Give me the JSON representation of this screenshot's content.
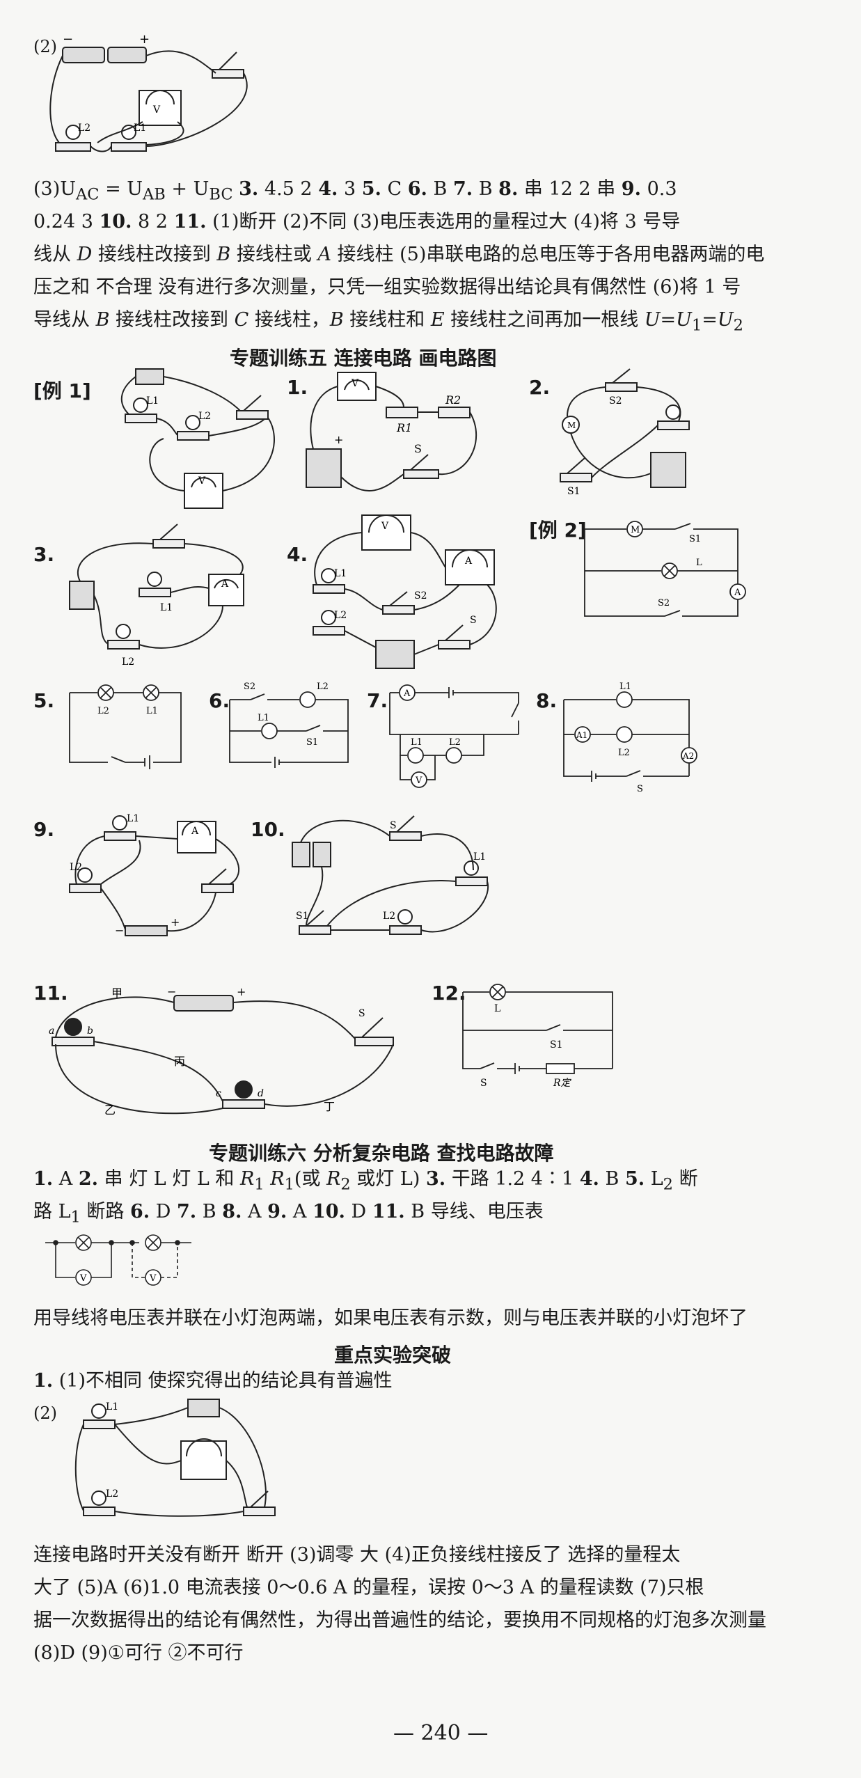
{
  "lines": {
    "p2": "(2)",
    "l1": "(3)U<sub>AC</sub> = U<sub>AB</sub> + U<sub>BC</sub>   <b>3.</b> 4.5   2   <b>4.</b> 3   <b>5.</b> C   <b>6.</b> B   <b>7.</b> B   <b>8.</b> 串   12   2   串   <b>9.</b> 0.3",
    "l2": "0.24   3   <b>10.</b> 8   2   <b>11.</b> (1)断开   (2)不同   (3)电压表选用的量程过大   (4)将 3 号导",
    "l3": "线从 <i>D</i> 接线柱改接到 <i>B</i> 接线柱或 <i>A</i> 接线柱   (5)串联电路的总电压等于各用电器两端的电",
    "l4": "压之和   不合理   没有进行多次测量，只凭一组实验数据得出结论具有偶然性   (6)将 1 号",
    "l5": "导线从 <i>B</i> 接线柱改接到 <i>C</i> 接线柱，<i>B</i> 接线柱和 <i>E</i> 接线柱之间再加一根线   <i>U</i>=<i>U</i><sub>1</sub>=<i>U</i><sub>2</sub>"
  },
  "section5_title": "专题训练五   连接电路   画电路图",
  "labels": {
    "ex1": "[例 1]",
    "n1": "1.",
    "n2": "2.",
    "n3": "3.",
    "n4": "4.",
    "ex2": "[例 2]",
    "n5": "5.",
    "n6": "6.",
    "n7": "7.",
    "n8": "8.",
    "n9": "9.",
    "n10": "10.",
    "n11": "11.",
    "n12": "12."
  },
  "section6_title": "专题训练六   分析复杂电路   查找电路故障",
  "s6": {
    "l1": "<b>1.</b> A   <b>2.</b> 串   灯 L   灯 L 和 <i>R</i><sub>1</sub>   <i>R</i><sub>1</sub>(或 <i>R</i><sub>2</sub> 或灯 L)   <b>3.</b> 干路   1.2   4∶1   <b>4.</b> B   <b>5.</b> L<sub>2</sub> 断",
    "l2": "路   L<sub>1</sub> 断路   <b>6.</b> D   <b>7.</b> B   <b>8.</b> A   <b>9.</b> A   <b>10.</b> D   <b>11.</b> B   导线、电压表",
    "l3": "用导线将电压表并联在小灯泡两端，如果电压表有示数，则与电压表并联的小灯泡坏了"
  },
  "section7_title": "重点实验突破",
  "s7": {
    "l1": "<b>1.</b> (1)不相同   使探究得出的结论具有普遍性",
    "p2": "(2)",
    "l2": "连接电路时开关没有断开   断开   (3)调零   大   (4)正负接线柱接反了   选择的量程太",
    "l3": "大了   (5)A   (6)1.0   电流表接 0～0.6 A 的量程，误按 0～3 A 的量程读数   (7)只根",
    "l4": "据一次数据得出的结论有偶然性，为得出普遍性的结论，要换用不同规格的灯泡多次测量",
    "l5": "(8)D   (9)①可行   ②不可行"
  },
  "page_number": "— 240 —",
  "fig_text": {
    "L": "L",
    "L1": "L1",
    "L2": "L2",
    "S": "S",
    "S1": "S1",
    "S2": "S2",
    "R1": "R1",
    "R2": "R2",
    "V": "V",
    "A": "A",
    "M": "M",
    "A1": "A1",
    "A2": "A2",
    "Rfix": "R定",
    "jia": "甲",
    "yi": "乙",
    "bing": "丙",
    "ding": "丁",
    "a": "a",
    "b": "b",
    "c": "c",
    "d": "d",
    "plus": "+",
    "minus": "−"
  }
}
